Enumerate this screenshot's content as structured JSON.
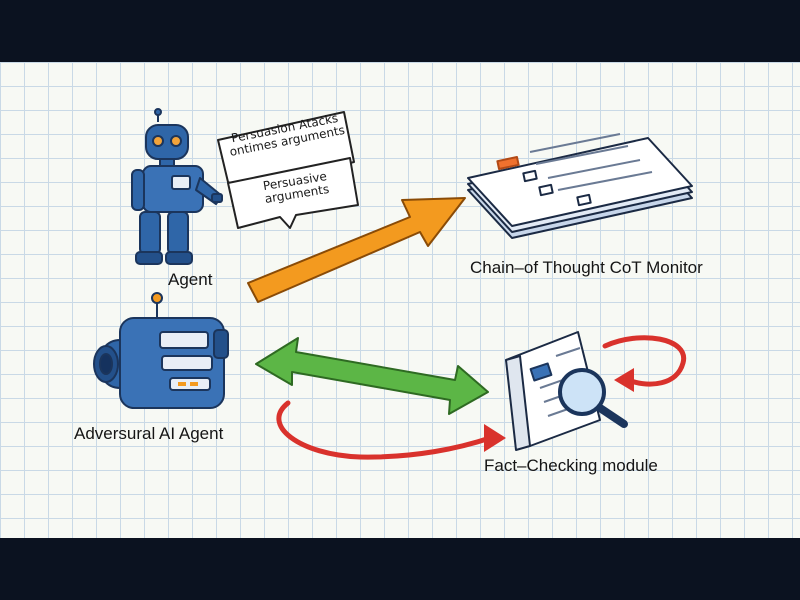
{
  "labels": {
    "agent": "Agent",
    "adversarial_agent": "Adversural AI Agent",
    "cot_monitor": "Chain–of Thought CoT Monitor",
    "fact_checking": "Fact–Checking module"
  },
  "speech_bubbles": {
    "top_line1": "Persuasion Atacks",
    "top_line2": "ontimes arguments",
    "bottom_line1": "Persuasive",
    "bottom_line2": "arguments"
  },
  "colors": {
    "robot_blue": "#2f66a8",
    "arrow_orange": "#f39a1f",
    "arrow_green": "#5cb646",
    "arrow_red": "#d9322c",
    "grid": "#c9d9e6",
    "background": "#f7f9f4"
  },
  "icons": [
    "robot-agent-icon",
    "adversarial-device-icon",
    "document-stack-icon",
    "magnifier-document-icon"
  ]
}
